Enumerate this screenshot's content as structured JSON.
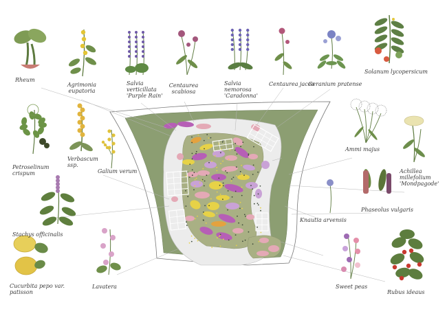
{
  "labels": {
    "rheum": "Rheum",
    "agrimonia": "Agrimonia\neupatoria",
    "salvia_purple": "Salvia\nverticillata\n'Purple Rain'",
    "centaurea_scabiosa": "Centaurea\nscabiosa",
    "salvia_caradonna": "Salvia\nnemorosa\n'Caradonna'",
    "centaurea_jacea": "Centaurea jacea",
    "geranium": "Geranium pratense",
    "solanum": "Solanum lycopersicum",
    "petroselinum": "Petroselinum\ncrispum",
    "verbascum": "Verbascum\nssp.",
    "galium": "Galium verum",
    "ammi": "Ammi majus",
    "achillea": "Achillea\nmillefolium\n'Mondpagode'",
    "stachys": "Stachys officinalis",
    "knautia": "Knautia arvensis",
    "phaseolus": "Phaseolus vulgaris",
    "cucurbita": "Cucurbita pepo var.\npatisson",
    "lavatera": "Lavatera",
    "sweet_peas": "Sweet peas",
    "rubus": "Rubus ideaus"
  },
  "colors": {
    "lawn": "#8c9e72",
    "path": "#ececec",
    "bed": "#a9b084",
    "purple": "#b65fb6",
    "lilac": "#c9a2d6",
    "pink": "#e4a9b6",
    "yellow": "#e7d247",
    "orange": "#e4a23f",
    "outline": "#777777"
  }
}
